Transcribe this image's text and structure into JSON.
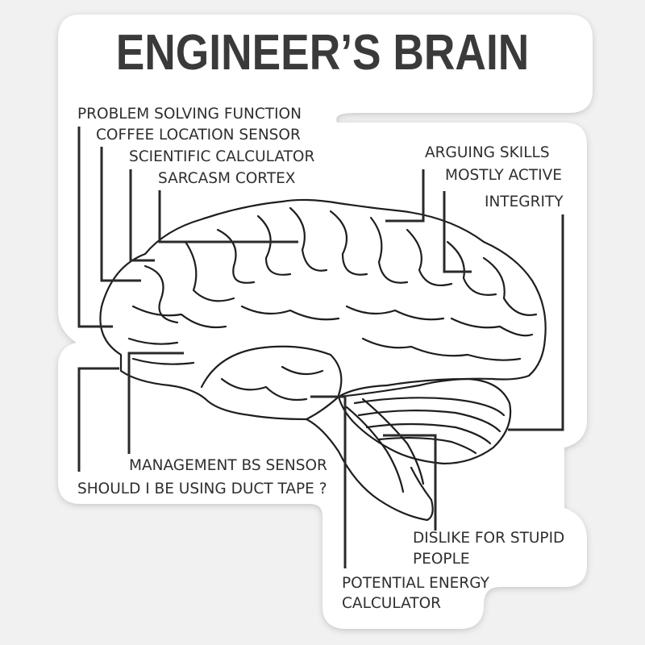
{
  "title": "ENGINEER’S BRAIN",
  "labels": {
    "problem_solving": "PROBLEM SOLVING FUNCTION",
    "coffee_location": "COFFEE LOCATION SENSOR",
    "scientific_calc": "SCIENTIFIC CALCULATOR",
    "sarcasm_cortex": "SARCASM CORTEX",
    "arguing_skills": "ARGUING SKILLS",
    "mostly_active": "MOSTLY ACTIVE",
    "integrity": "INTEGRITY",
    "management_bs": "MANAGEMENT BS SENSOR",
    "duct_tape": "SHOULD I BE USING DUCT TAPE ?",
    "dislike_line1": "DISLIKE FOR STUPID",
    "dislike_line2": "PEOPLE",
    "potential_line1": "POTENTIAL ENERGY",
    "potential_line2": "CALCULATOR"
  },
  "colors": {
    "background": "#f1f1f1",
    "sticker": "#ffffff",
    "ink": "#2f2f2f",
    "title": "#3a3a3a"
  }
}
